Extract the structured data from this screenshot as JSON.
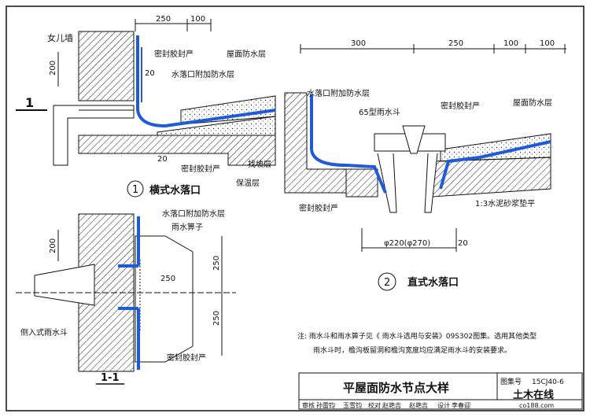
{
  "labels": {
    "parapet": "女儿墙",
    "sealant_a": "密封胶封严",
    "roof_wp_a": "屋面防水层",
    "outlet_extra_a": "水落口附加防水层",
    "slope": "找坡层",
    "insulation": "保温层",
    "sealant_b": "密封胶封严",
    "outlet_extra_b": "水落口附加防水层",
    "drain_65": "65型雨水斗",
    "sealant_c": "密封胶封严",
    "roof_wp_b": "屋面防水层",
    "sealant_d": "密封胶封严",
    "mortar": "1:3水泥砂浆垫平",
    "outlet_extra_c": "水落口附加防水层",
    "grate": "雨水箅子",
    "side_drain": "侧入式雨水斗",
    "sealant_e": "密封胶封严"
  },
  "captions": {
    "d1_num": "1",
    "d1_title": "横式水落口",
    "d2_num": "2",
    "d2_title": "直式水落口",
    "section_mark": "1",
    "section_title": "1-1"
  },
  "dims": {
    "d1_top_250": "250",
    "d1_top_100": "100",
    "d1_200": "200",
    "d1_20a": "20",
    "d1_20b": "20",
    "d2_300": "300",
    "d2_250": "250",
    "d2_100a": "100",
    "d2_100b": "100",
    "d2_phi": "φ220(φ270)",
    "d2_20": "20",
    "s_200": "200",
    "s_250a": "250",
    "s_250b": "250",
    "s_250c": "250"
  },
  "note": {
    "line1": "注: 雨水斗和雨水箅子见《 雨水斗选用与安装》09S302图集。选用其他类型",
    "line2": "雨水斗时，檐沟板留洞和檐沟宽度均应满足雨水斗的安装要求。"
  },
  "titleblock": {
    "title": "平屋面防水节点大样",
    "atlas_label": "图集号",
    "atlas_no": "15CJ40-6",
    "reviewer_role": "审核",
    "reviewer_name": "孙雷钧",
    "checker_role": "校对",
    "checker_name": "赵艳吉",
    "designer_role": "设计",
    "designer_name": "李春迎",
    "sig1": "玉雪钧",
    "sig2": "赵艳吉"
  },
  "watermark": {
    "line1": "土木在线",
    "line2": "co188.com"
  },
  "colors": {
    "membrane": "#1f5ad8",
    "line": "#111111"
  }
}
